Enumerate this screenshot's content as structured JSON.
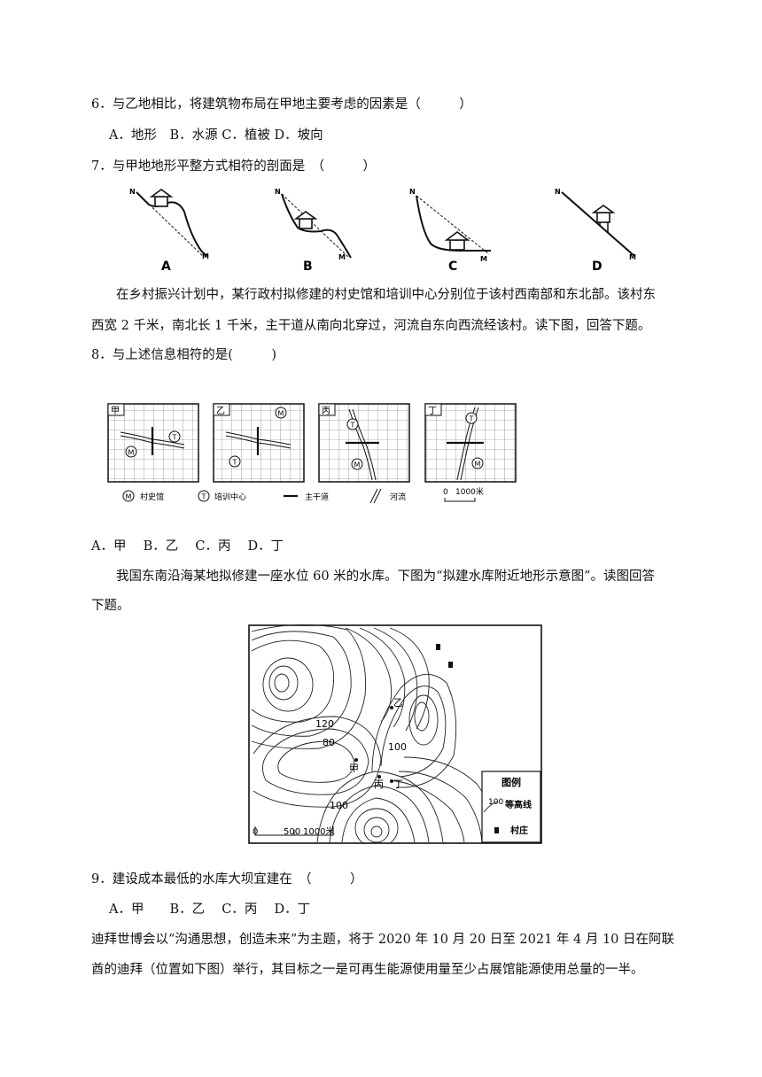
{
  "q6": {
    "stem": "6．与乙地相比，将建筑物布局在甲地主要考虑的因素是（　　　）",
    "options": "A．地形　B．水源 C．植被 D．坡向"
  },
  "q7": {
    "stem": "7．与甲地地形平整方式相符的剖面是　（　　　）",
    "profiles": [
      {
        "letter": "A",
        "n": "N",
        "m": "M"
      },
      {
        "letter": "B",
        "n": "N",
        "m": "M"
      },
      {
        "letter": "C",
        "n": "N",
        "m": "M"
      },
      {
        "letter": "D",
        "n": "N",
        "m": "M"
      }
    ]
  },
  "passage1": {
    "line1": "在乡村振兴计划中，某行政村拟修建的村史馆和培训中心分别位于该村西南部和东北部。该村东",
    "line2": "西宽 2 千米，南北长 1 千米，主干道从南向北穿过，河流自东向西流经该村。读下图，回答下题。"
  },
  "q8": {
    "stem": "8．与上述信息相符的是(　　　)",
    "panels": [
      "甲",
      "乙",
      "丙",
      "丁"
    ],
    "symbol_m": "M",
    "symbol_t": "T",
    "legend": {
      "museum": "村史馆",
      "training": "培训中心",
      "road": "主干道",
      "river": "河流",
      "scale_zero": "0",
      "scale_label": "1000米"
    },
    "options": "A．甲　 B．乙　 C．丙　 D．丁"
  },
  "passage2": {
    "line1": "我国东南沿海某地拟修建一座水位 60 米的水库。下图为“拟建水库附近地形示意图”。读图回答",
    "line2": "下题。"
  },
  "contour_map": {
    "labels": {
      "c120": "120",
      "c80": "80",
      "c100a": "100",
      "c100b": "100",
      "jia": "甲",
      "yi": "乙",
      "bing": "丙",
      "ding": "丁"
    },
    "scale": {
      "zero": "0",
      "mid": "500",
      "end": "1000米"
    },
    "legend": {
      "title": "图例",
      "contour_value": "100",
      "contour_label": "等高线",
      "village_label": "村庄"
    }
  },
  "q9": {
    "stem": "9．建设成本最低的水库大坝宜建在　（　　　）",
    "options": "A．甲　　B．乙　 C．丙　 D．丁"
  },
  "passage3": {
    "line1": "迪拜世博会以“沟通思想，创造未来”为主题，将于 2020 年 10 月 20 日至 2021 年 4 月 10 日在阿联",
    "line2": "酋的迪拜（位置如下图）举行，其目标之一是可再生能源使用量至少占展馆能源使用总量的一半。"
  }
}
